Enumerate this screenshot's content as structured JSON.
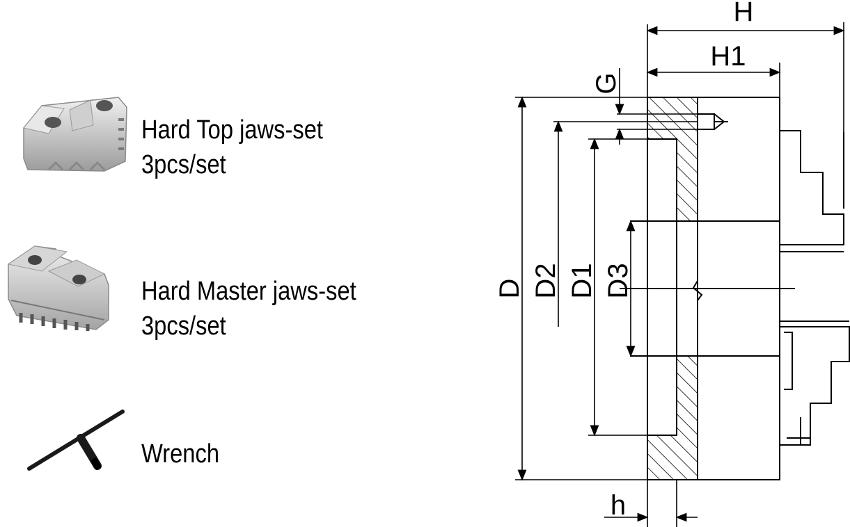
{
  "accessories": [
    {
      "title": "Hard Top jaws-set",
      "subtitle": "3pcs/set",
      "icon": "top-jaw-icon"
    },
    {
      "title": "Hard Master jaws-set",
      "subtitle": "3pcs/set",
      "icon": "master-jaw-icon"
    },
    {
      "title": "Wrench",
      "subtitle": "",
      "icon": "wrench-icon"
    }
  ],
  "dimensions": {
    "H": "H",
    "H1": "H1",
    "G": "G",
    "D": "D",
    "D2": "D2",
    "D1": "D1",
    "D3": "D3",
    "h": "h"
  },
  "colors": {
    "line": "#000000",
    "metal_light": "#d9d9d9",
    "metal_mid": "#b5b5b5",
    "metal_dark": "#6e6e6e",
    "wrench": "#1a1a1a"
  }
}
